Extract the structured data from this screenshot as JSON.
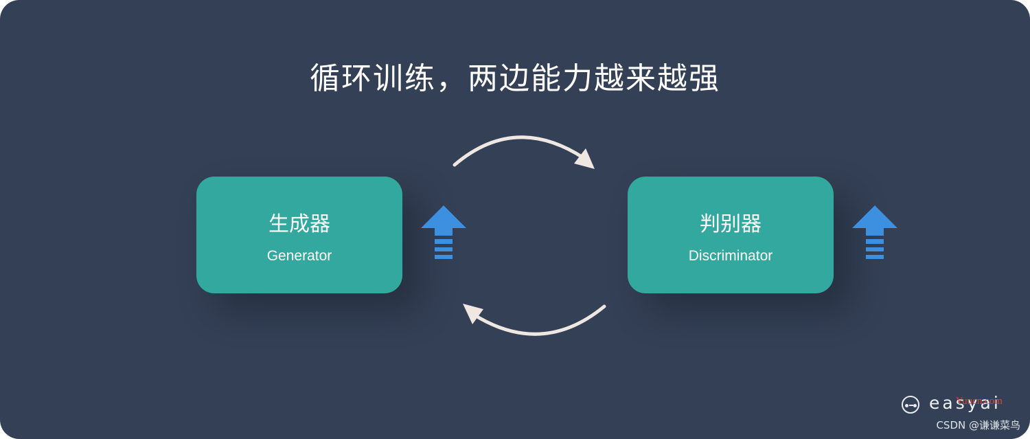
{
  "title": "循环训练，两边能力越来越强",
  "nodes": [
    {
      "zh": "生成器",
      "en": "Generator"
    },
    {
      "zh": "判别器",
      "en": "Discriminator"
    }
  ],
  "branding": {
    "logo_text": "easyai",
    "red_watermark": "Yuucn.com",
    "csdn_watermark": "CSDN @谦谦菜鸟"
  },
  "colors": {
    "background": "#344055",
    "node_fill": "#33a89f",
    "up_arrow": "#3d8fe0",
    "cycle_arrow": "#efe7e2"
  }
}
